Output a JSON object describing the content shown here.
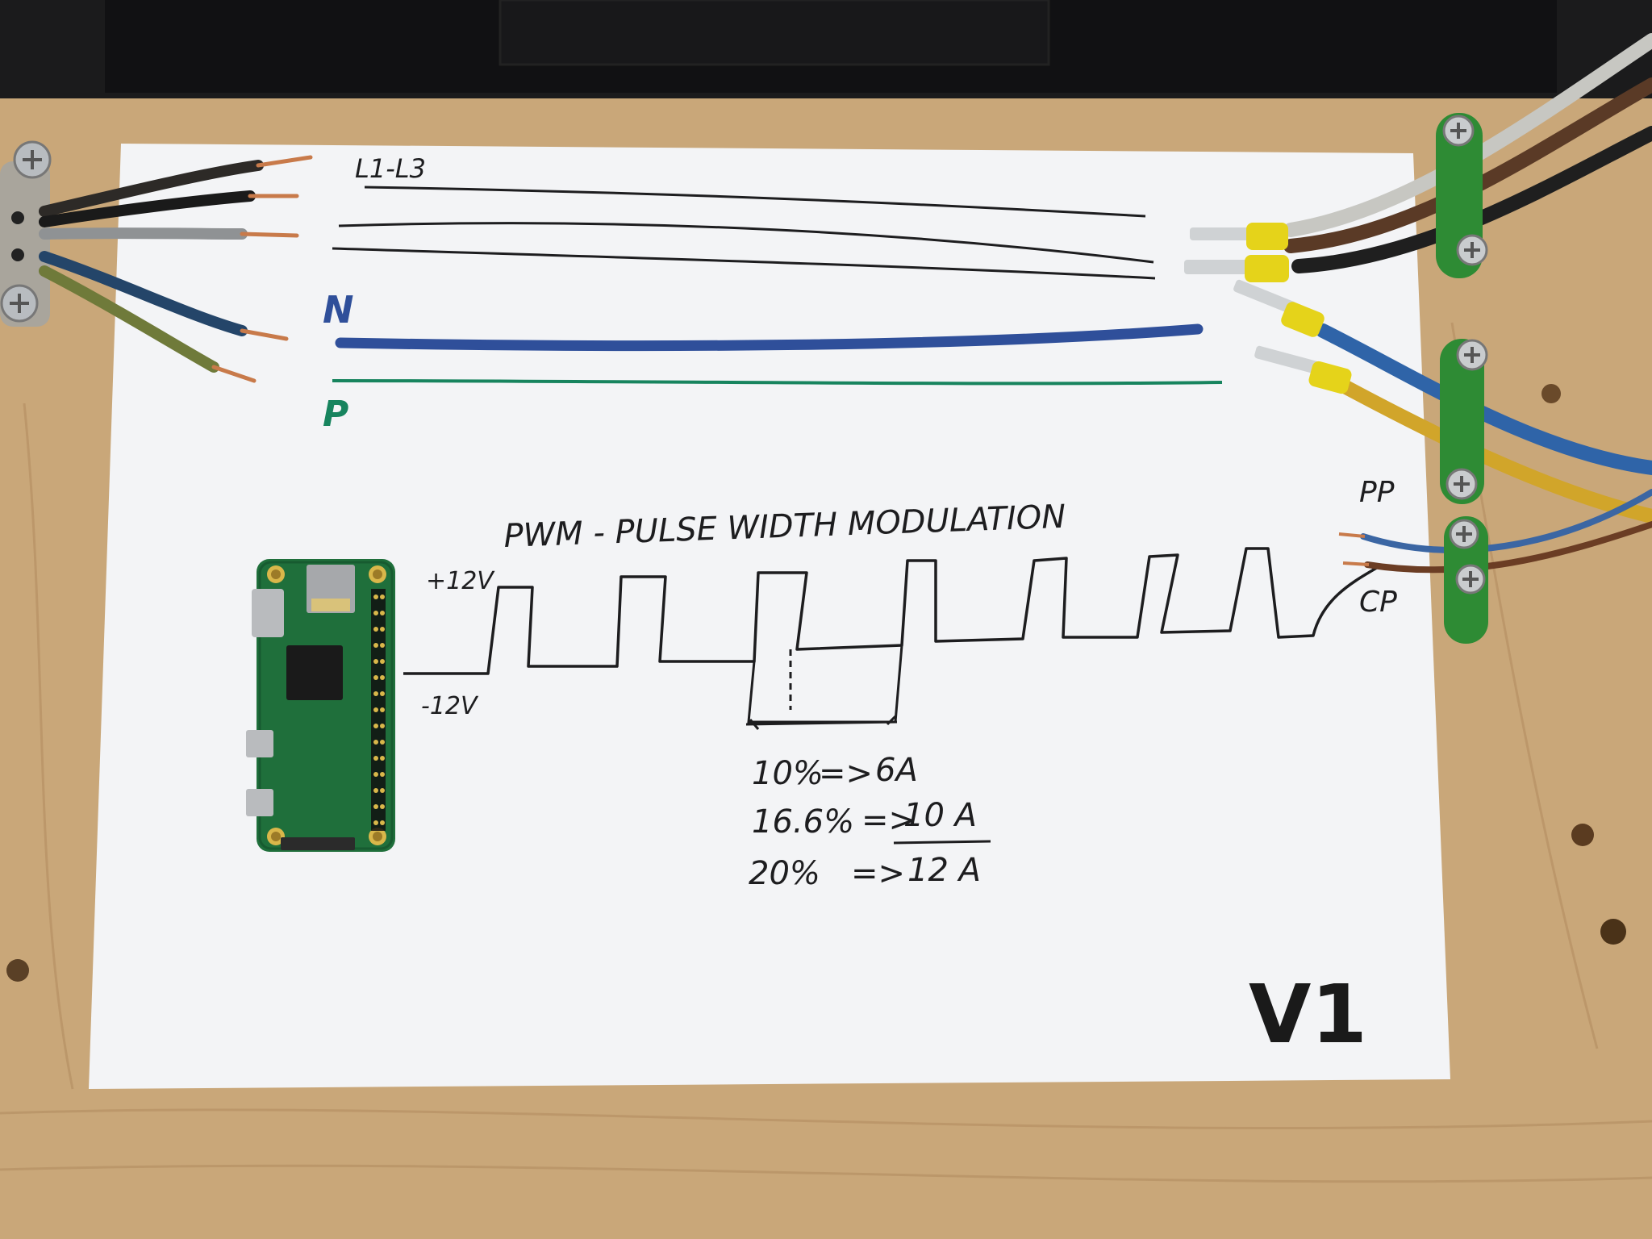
{
  "photo": {
    "colors": {
      "wood": "#c9a779",
      "wood_dark": "#b08b5e",
      "paper": "#f3f4f6",
      "ink": "#1d1d1f",
      "neutral_line": "#2f4f9a",
      "pe_line": "#17845e",
      "board_green": "#1f6f3b",
      "clamp_green": "#2e8b34",
      "ferrule_yellow": "#e5d31a",
      "copper": "#c87a4a"
    },
    "sheet": {
      "phase_label": "L1-L3",
      "neutral_label": "N",
      "pe_label": "P",
      "pwm_title": "PWM - PULSE WIDTH MODULATION",
      "high_level": "+12V",
      "low_level": "-12V",
      "pp_label": "PP",
      "cp_label": "CP",
      "duty_table": [
        {
          "duty": "10%",
          "arrow": "=>",
          "current": "6A"
        },
        {
          "duty": "16.6%",
          "arrow": "=>",
          "current": "10 A"
        },
        {
          "duty": "20%",
          "arrow": "=>",
          "current": "12 A"
        }
      ],
      "version": "V1"
    },
    "icons": [
      "raspberry-pi-zero-board-icon",
      "screw-icon",
      "wire-ferrule-icon",
      "cable-clamp-icon"
    ]
  }
}
